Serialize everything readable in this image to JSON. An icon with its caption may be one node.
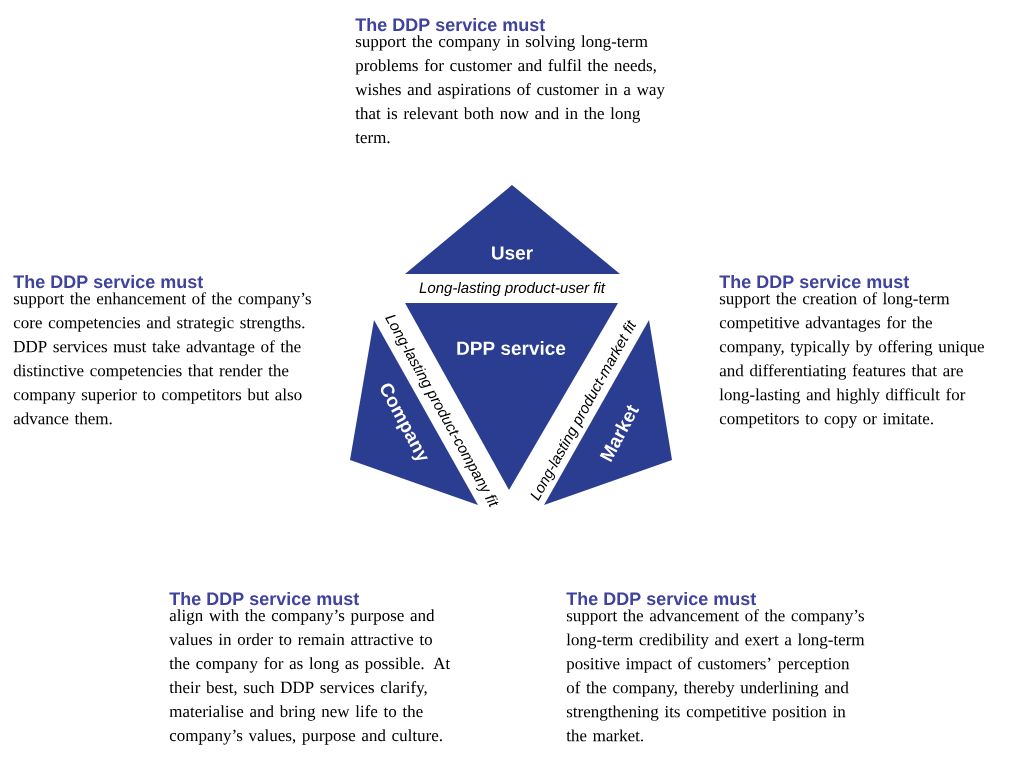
{
  "diagram": {
    "nodes": [
      {
        "text": [
          "User"
        ]
      },
      {
        "text": [
          "DPP service"
        ]
      },
      {
        "text": [
          "Company"
        ]
      },
      {
        "text": [
          "Market"
        ]
      }
    ],
    "labels": [
      "The DDP service must",
      "support the company in solving long-term problems for customer and fulfil the needs, wishes and aspirations of customer in a way that is relevant both now and in the long term.",
      "The DDP service must",
      "support the enhancement of the company’s core competencies and strategic strengths. DDP services must take advantage of the distinctive competencies that render the company superior to competitors but also advance them.",
      "Long-lasting product-user fit",
      "Long-lasting product-company fit",
      "Long-lasting product-market fit",
      "The DDP service must",
      "support the creation of long-term competitive advantages for the company, typically by offering unique and differentiating features that are long-lasting and highly difficult for competitors to copy or imitate.",
      "The DDP service must",
      "align with the company’s purpose and values in order to remain attractive to the company for as long as possible. At their best, such DDP services clarify, materialise and bring new life to the company’s values, purpose and culture.",
      "The DDP service must",
      "support the advancement of the company’s long-term credibility and exert a long-term positive impact of customers’ perception of the company, thereby underlining and strengthening its competitive position in the market."
    ]
  }
}
